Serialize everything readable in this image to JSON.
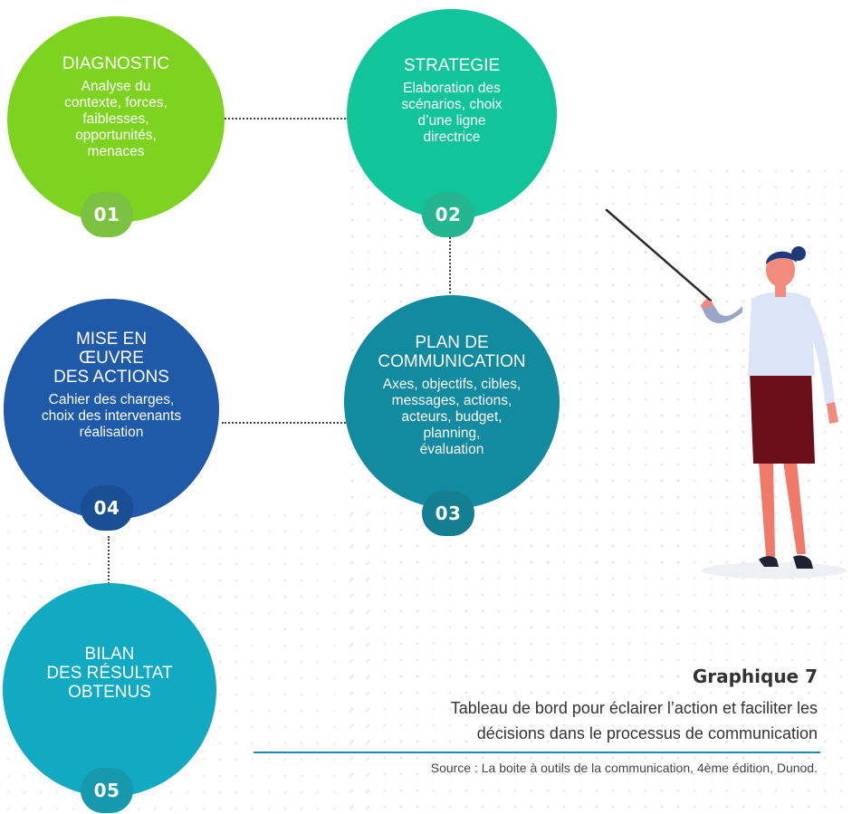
{
  "steps": [
    {
      "title": "DIAGNOSTIC",
      "desc": "Analyse du\ncontexte, forces,\nfaiblesses,\nopportunités,\nmenaces",
      "num": "01",
      "color": "#7ed321",
      "badge_color": "#7bc142"
    },
    {
      "title": "STRATEGIE",
      "desc": "Elaboration des\nscénarios, choix\nd’une ligne\ndirectrice",
      "num": "02",
      "color": "#12c49a",
      "badge_color": "#22b58f"
    },
    {
      "title": "PLAN DE\nCOMMUNICATION",
      "desc": "Axes, objectifs, cibles,\nmessages, actions,\nacteurs, budget,\nplanning,\névaluation",
      "num": "03",
      "color": "#128aa0",
      "badge_color": "#157f92"
    },
    {
      "title": "MISE EN\nŒUVRE\nDES ACTIONS",
      "desc": "Cahier des charges,\nchoix des intervenants\nréalisation",
      "num": "04",
      "color": "#1f5aa8",
      "badge_color": "#1b4f95"
    },
    {
      "title": "BILAN\nDES RÉSULTAT\nOBTENUS",
      "desc": "",
      "num": "05",
      "color": "#12a9c2",
      "badge_color": "#1699ad"
    }
  ],
  "caption": {
    "title": "Graphique 7",
    "subtitle": "Tableau de bord pour éclairer l’action et faciliter les\ndécisions dans le processus de communication",
    "source": "Source : La boite à outils de la communication, 4ème édition, Dunod."
  }
}
